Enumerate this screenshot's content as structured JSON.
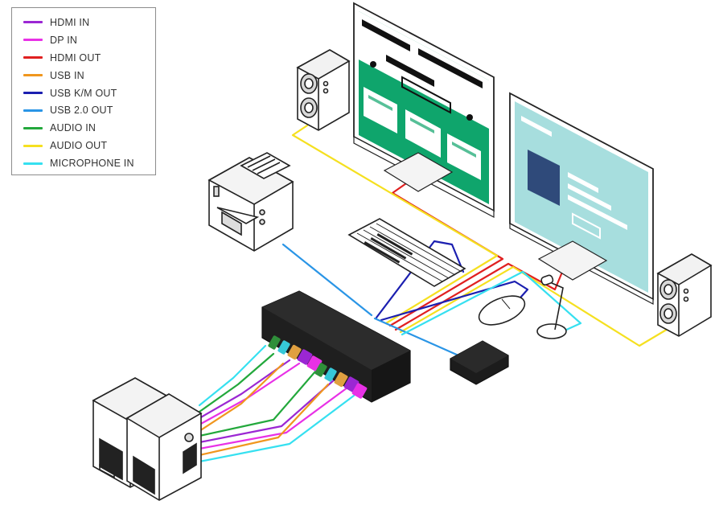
{
  "legend": {
    "items": [
      {
        "label": "HDMI IN",
        "color": "#9b27d3"
      },
      {
        "label": "DP IN",
        "color": "#e831e6"
      },
      {
        "label": "HDMI OUT",
        "color": "#e02020"
      },
      {
        "label": "USB IN",
        "color": "#f0961e"
      },
      {
        "label": "USB K/M OUT",
        "color": "#1b1fb0"
      },
      {
        "label": "USB 2.0 OUT",
        "color": "#2a95e6"
      },
      {
        "label": "AUDIO IN",
        "color": "#23a83c"
      },
      {
        "label": "AUDIO OUT",
        "color": "#f5e020"
      },
      {
        "label": "MICROPHONE IN",
        "color": "#36e0f0"
      }
    ]
  },
  "colors": {
    "screen_left_green": "#0fa56c",
    "screen_right_teal": "#a7dede",
    "device_black": "#222222"
  },
  "icons": [
    "speaker-icon",
    "monitor-icon",
    "printer-icon",
    "keyboard-icon",
    "mouse-icon",
    "microphone-icon",
    "kvm-switch-icon",
    "usb-hub-icon",
    "pc-tower-icon"
  ]
}
